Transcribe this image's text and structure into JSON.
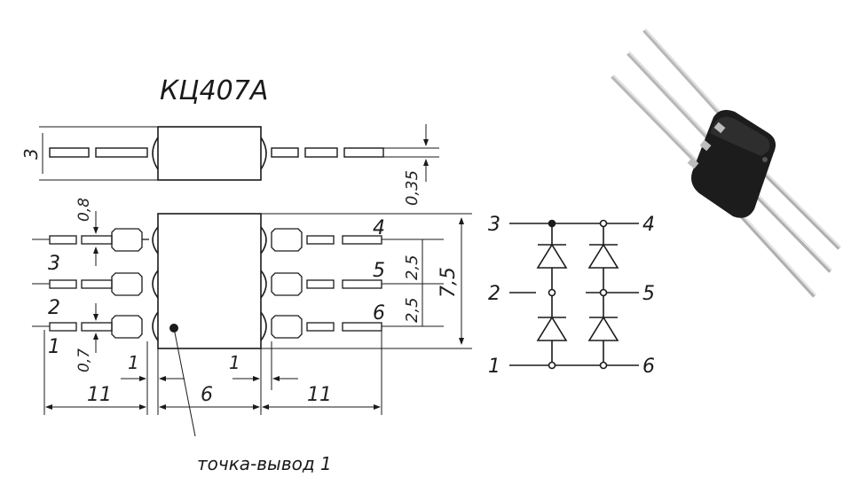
{
  "title": "КЦ407А",
  "note": "точка-вывод 1",
  "top_view": {
    "height": "3",
    "lead": "0,35"
  },
  "pin_labels_left": [
    "3",
    "2",
    "1"
  ],
  "pin_labels_right": [
    "4",
    "5",
    "6"
  ],
  "dims": {
    "lead_width_top": "0,8",
    "lead_width_bottom": "0,7",
    "pitch_a": "2,5",
    "pitch_b": "2,5",
    "body_h": "7,5",
    "gap_left": "1",
    "gap_right": "1",
    "lead_len_left": "11",
    "body_w": "6",
    "lead_len_right": "11"
  },
  "schematic": {
    "left_pins": [
      "3",
      "2",
      "1"
    ],
    "right_pins": [
      "4",
      "5",
      "6"
    ]
  },
  "colors": {
    "ink": "#1a1a1a",
    "body_photo": "#1c1c1c",
    "lead_photo": "#c8c8c8"
  }
}
